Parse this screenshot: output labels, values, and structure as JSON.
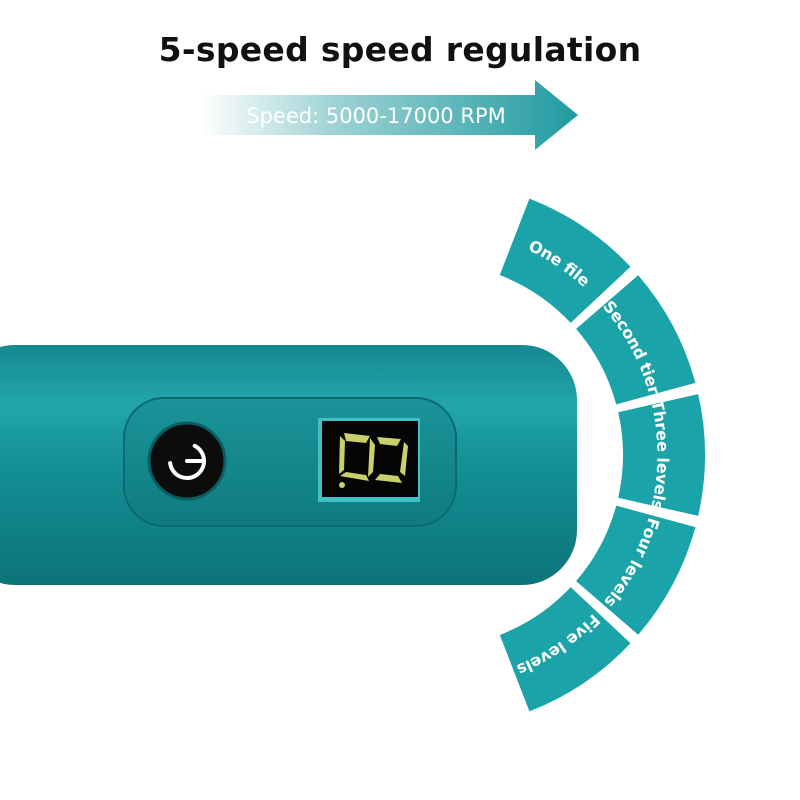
{
  "header": {
    "title": "5-speed speed regulation"
  },
  "speed_banner": {
    "text": "Speed: 5000-17000 RPM"
  },
  "device": {
    "display_value": "0",
    "power_icon": "power-icon"
  },
  "levels": [
    "One file",
    "Second tier",
    "Three levels",
    "Four levels",
    "Five levels"
  ],
  "colors": {
    "teal": "#1aa3a8",
    "display_digit": "#c9cf6a",
    "title": "#111111"
  }
}
